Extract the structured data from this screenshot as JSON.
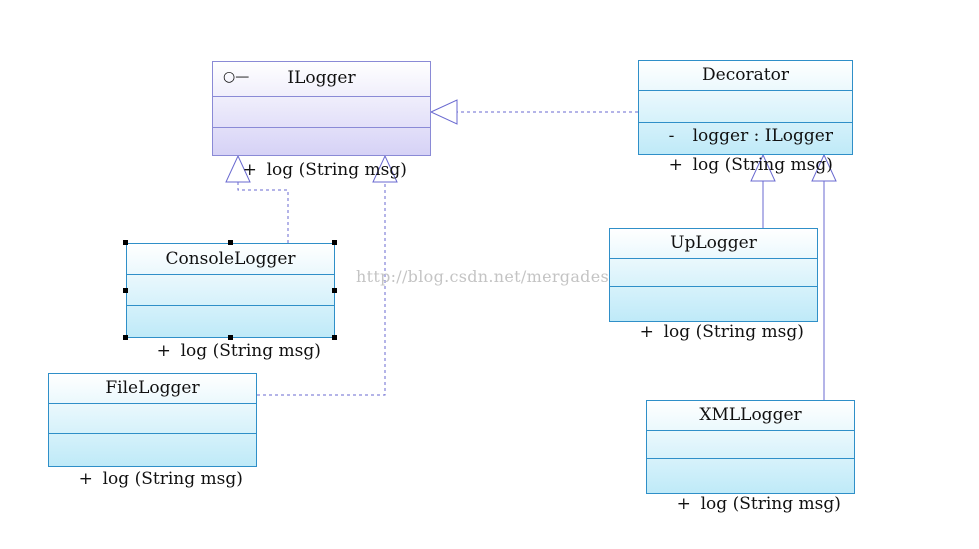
{
  "diagram": {
    "classes": [
      {
        "id": "ilogger",
        "stereotype_icon": "interface-lollipop-icon",
        "name": "ILogger",
        "attributes": [],
        "operations": [
          {
            "visibility": "+",
            "text": "log (String msg)"
          }
        ]
      },
      {
        "id": "decorator",
        "name": "Decorator",
        "attributes": [
          {
            "visibility": "-",
            "text": "logger : ILogger"
          }
        ],
        "operations": [
          {
            "visibility": "+",
            "text": "log (String msg)"
          }
        ]
      },
      {
        "id": "consolelogger",
        "name": "ConsoleLogger",
        "attributes": [],
        "operations": [
          {
            "visibility": "+",
            "text": "log (String msg)"
          }
        ]
      },
      {
        "id": "filelogger",
        "name": "FileLogger",
        "attributes": [],
        "operations": [
          {
            "visibility": "+",
            "text": "log (String msg)"
          }
        ]
      },
      {
        "id": "uplogger",
        "name": "UpLogger",
        "attributes": [],
        "operations": [
          {
            "visibility": "+",
            "text": "log (String msg)"
          }
        ]
      },
      {
        "id": "xmllogger",
        "name": "XMLLogger",
        "attributes": [],
        "operations": [
          {
            "visibility": "+",
            "text": "log (String msg)"
          }
        ]
      }
    ],
    "relations": [
      {
        "from": "consolelogger",
        "to": "ilogger",
        "type": "realization"
      },
      {
        "from": "filelogger",
        "to": "ilogger",
        "type": "realization"
      },
      {
        "from": "decorator",
        "to": "ilogger",
        "type": "realization"
      },
      {
        "from": "uplogger",
        "to": "decorator",
        "type": "generalization"
      },
      {
        "from": "xmllogger",
        "to": "decorator",
        "type": "generalization"
      }
    ],
    "watermark": "http://blog.csdn.net/mergades"
  }
}
